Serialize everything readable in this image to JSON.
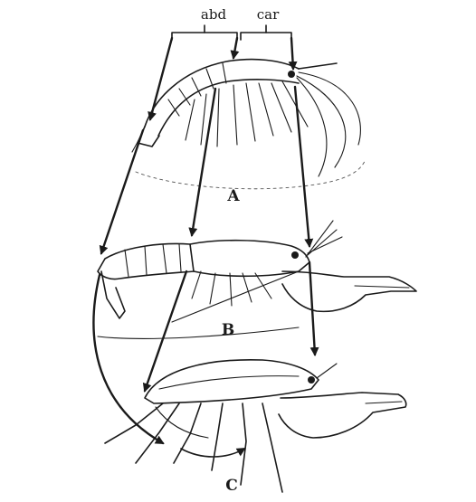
{
  "labels": {
    "abdomen": "abd",
    "carapace": "car",
    "panel_a": "A",
    "panel_b": "B",
    "panel_c": "C"
  }
}
